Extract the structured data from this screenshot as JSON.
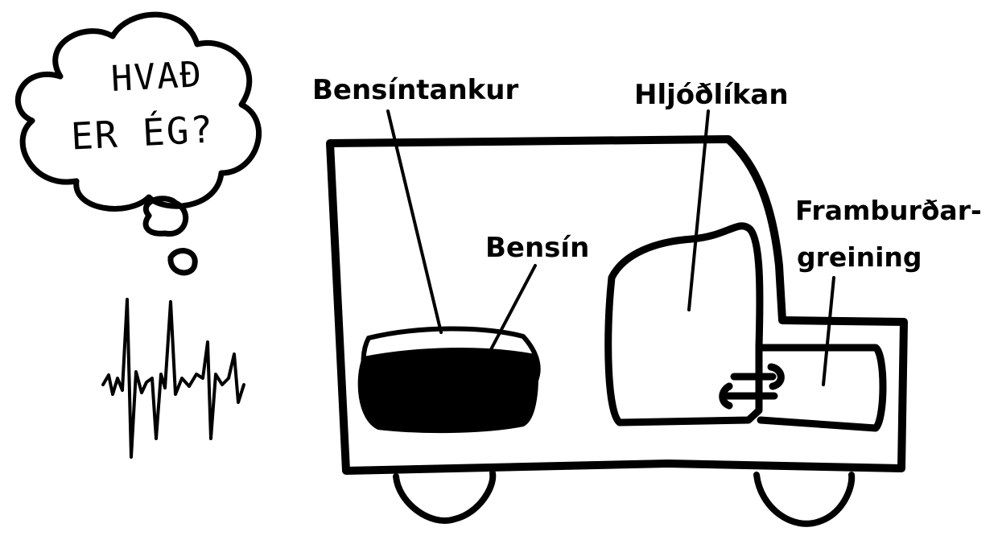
{
  "thought_bubble": {
    "line1": "HVAÐ",
    "line2": "ER ÉG?"
  },
  "labels": {
    "fuel_tank": "Bensíntankur",
    "fuel": "Bensín",
    "sound_model": "Hljóðlíkan",
    "pronunciation_line1": "Framburðar-",
    "pronunciation_line2": "greining"
  },
  "colors": {
    "ink": "#000000",
    "paper": "#ffffff"
  }
}
